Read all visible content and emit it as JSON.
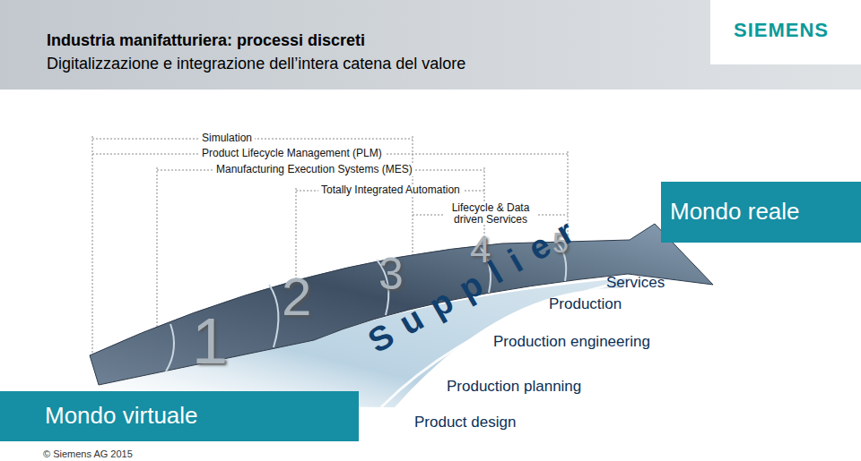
{
  "diagram": {
    "title": "Industria manifatturiera: processi discreti",
    "nodes": [
      {
        "text": [
          "Mondo reale"
        ]
      },
      {
        "text": [
          "Mondo virtuale"
        ]
      }
    ],
    "labels": [
      "Digitalizzazione e integrazione dell’intera catena del valore",
      "SIEMENS",
      "Simulation",
      "Product Lifecycle Management (PLM)",
      "Manufacturing Execution Systems (MES)",
      "Totally Integrated Automation",
      "Lifecycle & Data driven Services",
      "1",
      "2",
      "3",
      "4",
      "5",
      "Supplier",
      "Services",
      "Production",
      "Production engineering",
      "Production planning",
      "Product design",
      "© Siemens AG 2015"
    ]
  }
}
